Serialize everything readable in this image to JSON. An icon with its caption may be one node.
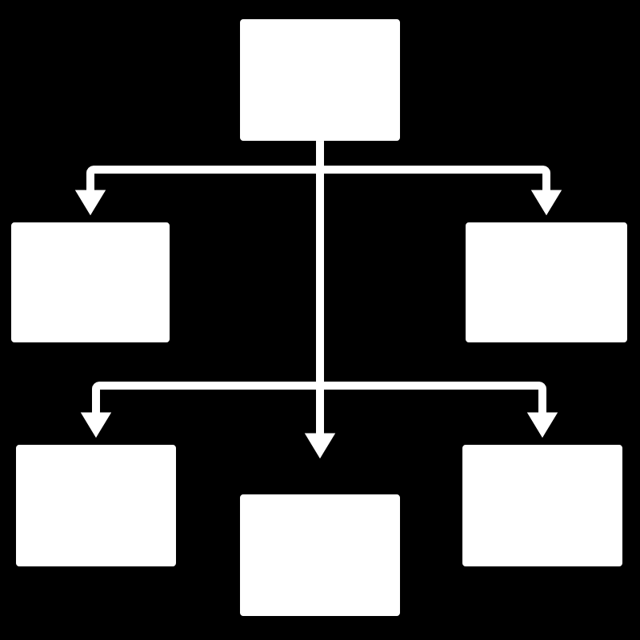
{
  "diagram": {
    "nodes": [
      {
        "text": [],
        "shape": "box"
      },
      {
        "text": [],
        "shape": "box"
      },
      {
        "text": [],
        "shape": "box"
      },
      {
        "text": [],
        "shape": "box"
      },
      {
        "text": [],
        "shape": "box"
      },
      {
        "text": [],
        "shape": "box"
      }
    ],
    "edges": [
      {
        "from": 0,
        "to": 1,
        "arrow": "to"
      },
      {
        "from": 0,
        "to": 2,
        "arrow": "to"
      },
      {
        "from": 0,
        "to": 3,
        "arrow": "to"
      },
      {
        "from": 0,
        "to": 4,
        "arrow": "to"
      },
      {
        "from": 0,
        "to": 5,
        "arrow": "to"
      }
    ]
  }
}
